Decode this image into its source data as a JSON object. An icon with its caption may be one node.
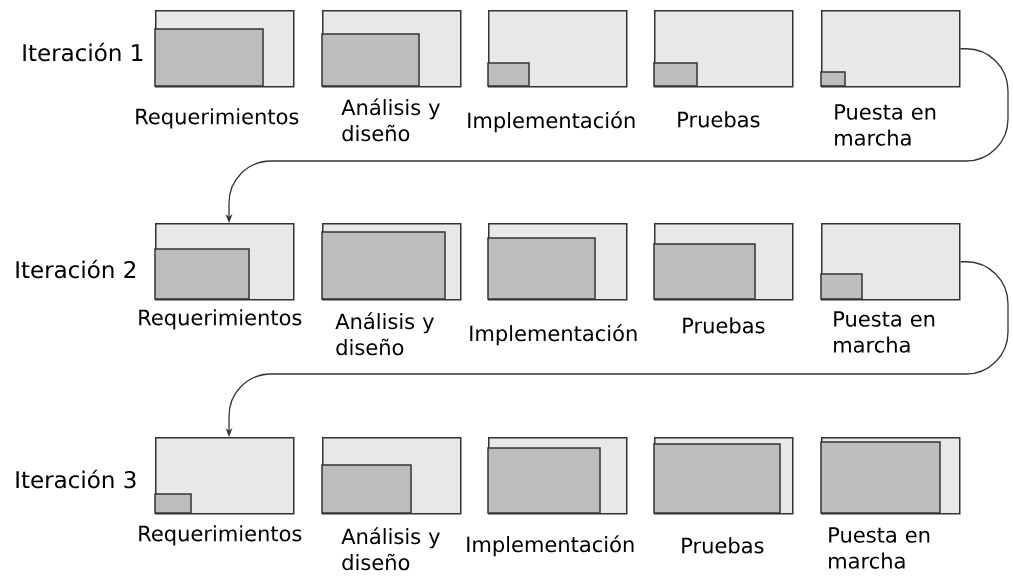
{
  "diagram": {
    "nodes": [
      {
        "text": [],
        "shape": "box",
        "beside": [
          "Requerimientos"
        ]
      },
      {
        "text": [],
        "shape": "box",
        "beside": [
          "Análisis y diseño"
        ]
      },
      {
        "text": [],
        "shape": "box",
        "beside": [
          "Implementación"
        ]
      },
      {
        "text": [],
        "shape": "box",
        "beside": [
          "Pruebas"
        ]
      },
      {
        "text": [],
        "shape": "box",
        "beside": [
          "Puesta en marcha"
        ]
      },
      {
        "text": [],
        "shape": "box",
        "beside": [
          "Requerimientos"
        ]
      },
      {
        "text": [],
        "shape": "box",
        "beside": [
          "Análisis y diseño"
        ]
      },
      {
        "text": [],
        "shape": "box",
        "beside": [
          "Implementación"
        ]
      },
      {
        "text": [],
        "shape": "box",
        "beside": [
          "Pruebas"
        ]
      },
      {
        "text": [],
        "shape": "box",
        "beside": [
          "Puesta en marcha"
        ]
      },
      {
        "text": [],
        "shape": "box",
        "beside": [
          "Requerimientos"
        ]
      },
      {
        "text": [],
        "shape": "box",
        "beside": [
          "Análisis y diseño"
        ]
      },
      {
        "text": [],
        "shape": "box",
        "beside": [
          "Implementación"
        ]
      },
      {
        "text": [],
        "shape": "box",
        "beside": [
          "Pruebas"
        ]
      },
      {
        "text": [],
        "shape": "box",
        "beside": [
          "Puesta en marcha"
        ]
      }
    ],
    "edges": [
      {
        "from": 4,
        "to": 5,
        "arrow": "to"
      },
      {
        "from": 9,
        "to": 10,
        "arrow": "to"
      }
    ],
    "labels": [
      "Iteración 1",
      "Iteración 2",
      "Iteración 3"
    ]
  }
}
